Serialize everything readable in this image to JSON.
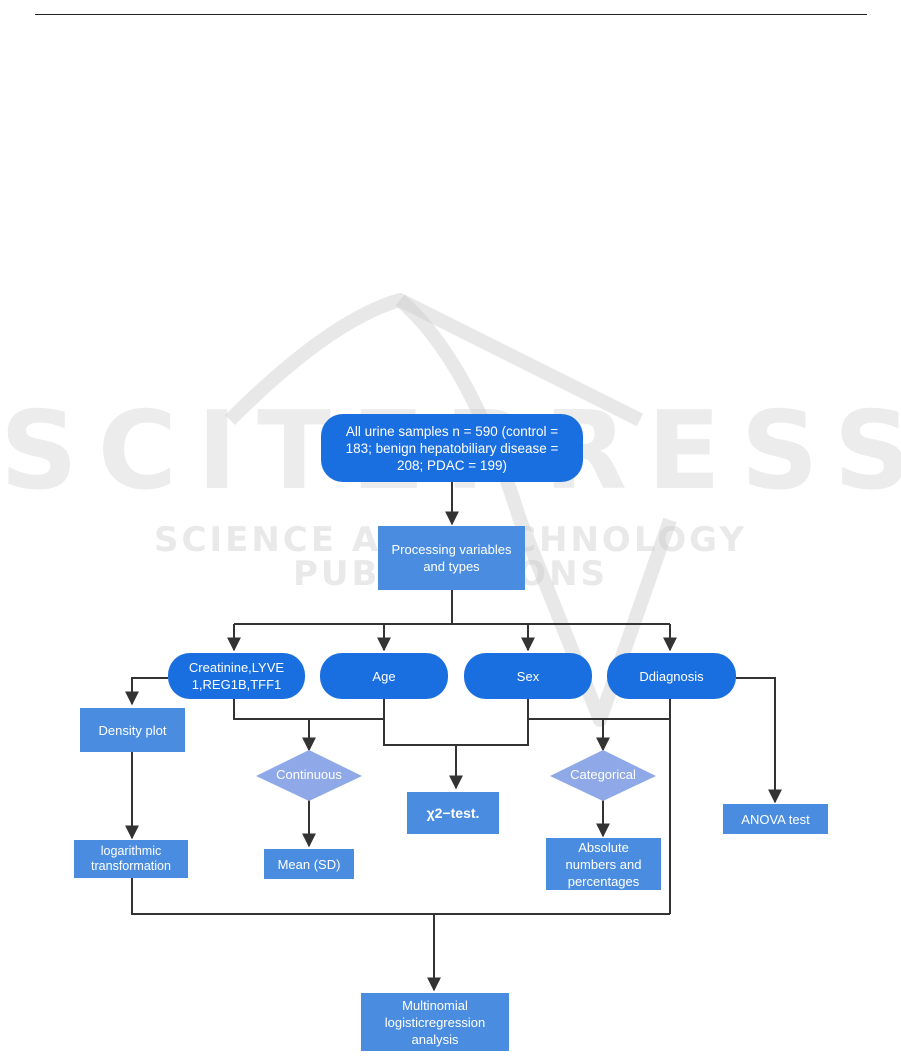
{
  "watermark": {
    "main_text": "SCITEPRESS",
    "sub_text": "SCIENCE AND TECHNOLOGY PUBLICATIONS"
  },
  "nodes": {
    "root": "All urine samples n = 590 (control = 183; benign hepatobiliary disease = 208; PDAC = 199)",
    "processing": "Processing variables and types",
    "biomarkers": "Creatinine,LYVE 1,REG1B,TFF1",
    "age": "Age",
    "sex": "Sex",
    "diagnosis": "Ddiagnosis",
    "density_plot": "Density plot",
    "log_transform": "logarithmic transformation",
    "continuous": "Continuous",
    "mean_sd": "Mean (SD)",
    "chi2": "χ2−test.",
    "categorical": "Categorical",
    "absolute": "Absolute numbers and percentages",
    "anova": "ANOVA test",
    "multinomial": "Multinomial logisticregression analysis"
  },
  "colors": {
    "pill": "#1a6fe0",
    "rect": "#4a8de0",
    "diamond": "#8fa8e8",
    "edge": "#333333"
  }
}
